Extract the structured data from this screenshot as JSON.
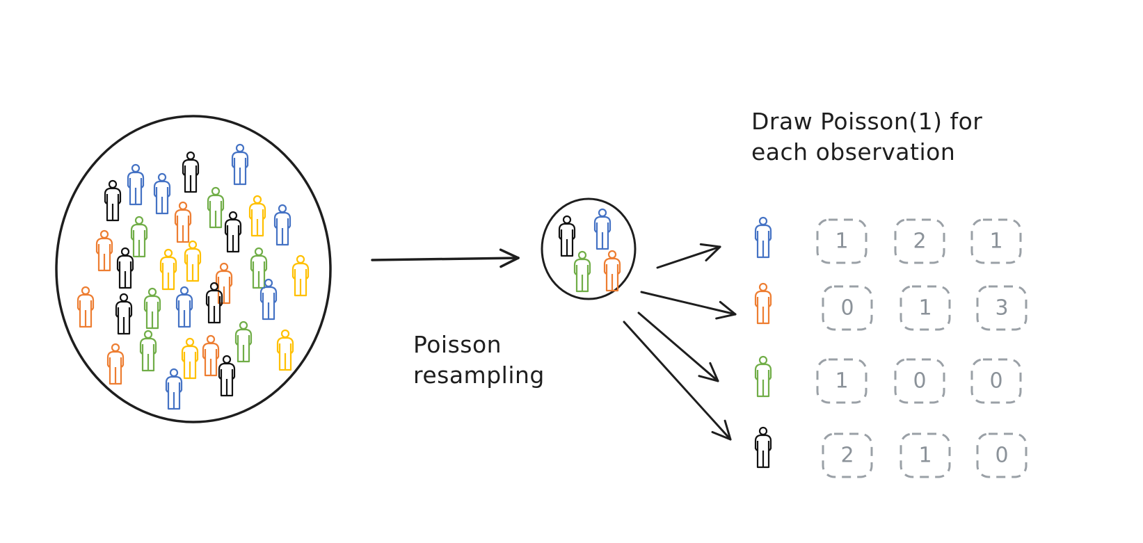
{
  "title_line1": "Draw Poisson(1) for",
  "title_line2": "each observation",
  "resample_line1": "Poisson",
  "resample_line2": "resampling",
  "colors": {
    "blue": "#4472c4",
    "orange": "#ed7d31",
    "green": "#70ad47",
    "yellow": "#ffc000",
    "black": "#111111",
    "box": "#9aa0a6",
    "stroke": "#1e1e1e"
  },
  "rows": [
    {
      "person": "blue",
      "counts": [
        "1",
        "2",
        "1"
      ]
    },
    {
      "person": "orange",
      "counts": [
        "0",
        "1",
        "3"
      ]
    },
    {
      "person": "green",
      "counts": [
        "1",
        "0",
        "0"
      ]
    },
    {
      "person": "black",
      "counts": [
        "2",
        "1",
        "0"
      ]
    }
  ]
}
